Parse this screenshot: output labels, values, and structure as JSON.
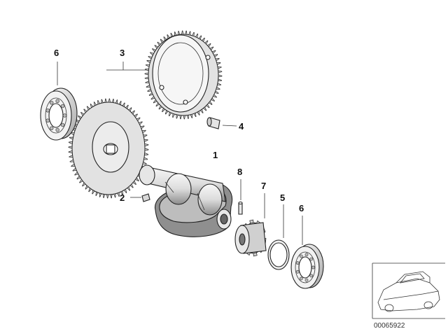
{
  "diagram": {
    "callouts": [
      {
        "id": "callout-6-top",
        "label": "6"
      },
      {
        "id": "callout-3",
        "label": "3"
      },
      {
        "id": "callout-4",
        "label": "4"
      },
      {
        "id": "callout-1",
        "label": "1"
      },
      {
        "id": "callout-8",
        "label": "8"
      },
      {
        "id": "callout-2",
        "label": "2"
      },
      {
        "id": "callout-7",
        "label": "7"
      },
      {
        "id": "callout-5",
        "label": "5"
      },
      {
        "id": "callout-6-bottom",
        "label": "6"
      }
    ],
    "document_number": "00065922",
    "colors": {
      "line": "#222222",
      "fill_light": "#f4f4f4",
      "fill_mid": "#d8d8d8",
      "fill_dark": "#9a9a9a"
    }
  }
}
